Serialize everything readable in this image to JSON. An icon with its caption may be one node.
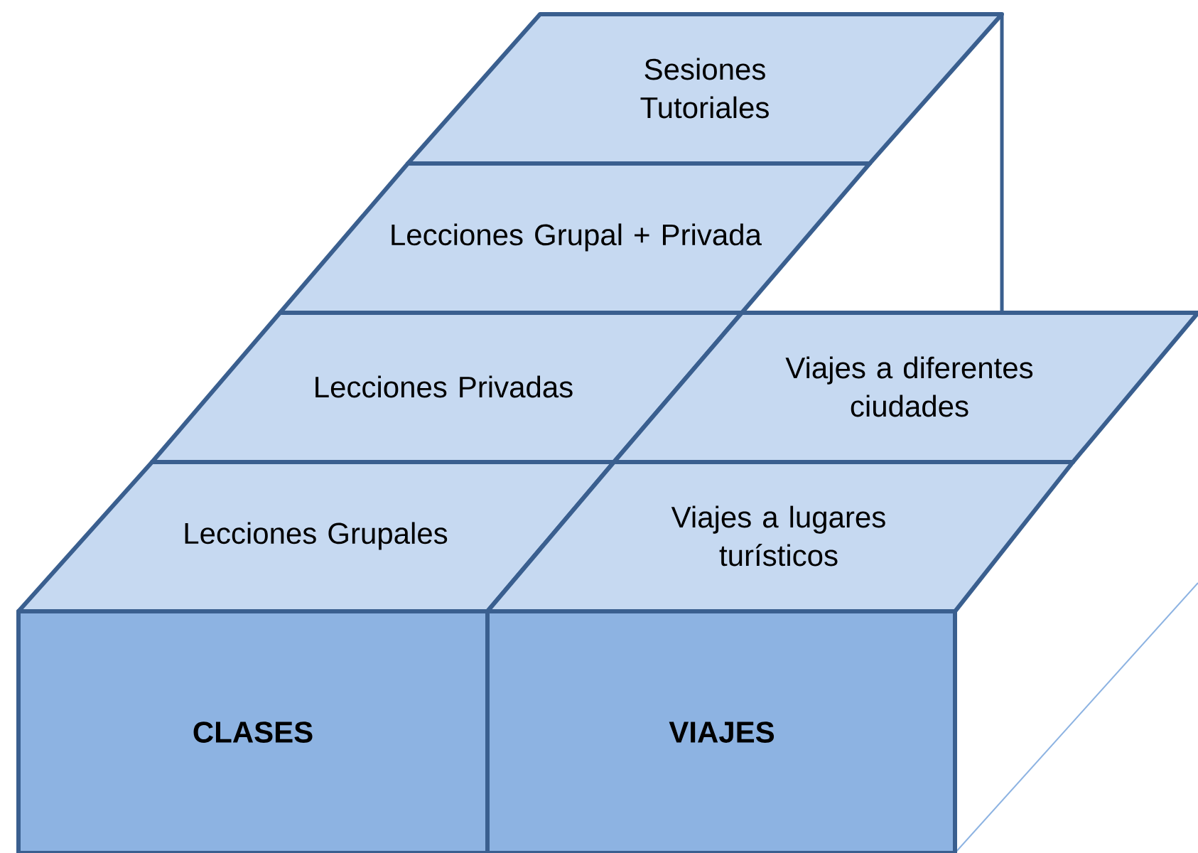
{
  "diagram": {
    "nodes": [
      {
        "text": [
          "Sesiones Tutoriales"
        ]
      },
      {
        "text": [
          "Lecciones Grupal + Privada"
        ]
      },
      {
        "text": [
          "Lecciones Privadas"
        ]
      },
      {
        "text": [
          "Viajes a diferentes ciudades"
        ]
      },
      {
        "text": [
          "Lecciones Grupales"
        ]
      },
      {
        "text": [
          "Viajes a lugares turísticos"
        ]
      },
      {
        "text": [
          "CLASES"
        ]
      },
      {
        "text": [
          "VIAJES"
        ]
      }
    ]
  }
}
